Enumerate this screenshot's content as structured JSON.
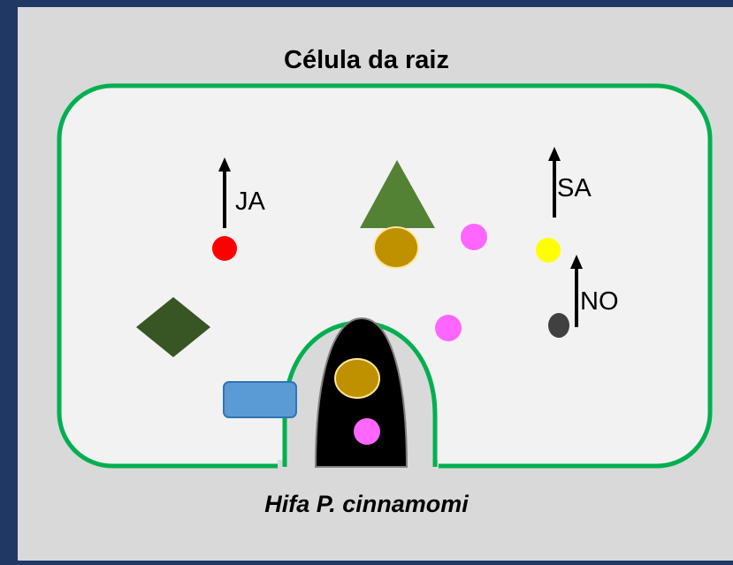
{
  "diagram": {
    "title": "Célula da raiz",
    "caption": "Hifa P. cinnamomi",
    "labels": {
      "ja": "JA",
      "sa": "SA",
      "no": "NO"
    }
  },
  "colors": {
    "frame": "#1f3864",
    "panel": "#d9d9d9",
    "cell_fill": "#f2f2f2",
    "cell_border": "#00b050",
    "ja_dot": "#ff0000",
    "sa_dot": "#ffff00",
    "no_dot": "#404040",
    "magenta_dot": "#ff66ff",
    "triangle": "#548235",
    "diamond": "#375623",
    "nucleus": "#bf9000",
    "rectangle": "#5b9bd5",
    "hypha_core": "#000000"
  }
}
